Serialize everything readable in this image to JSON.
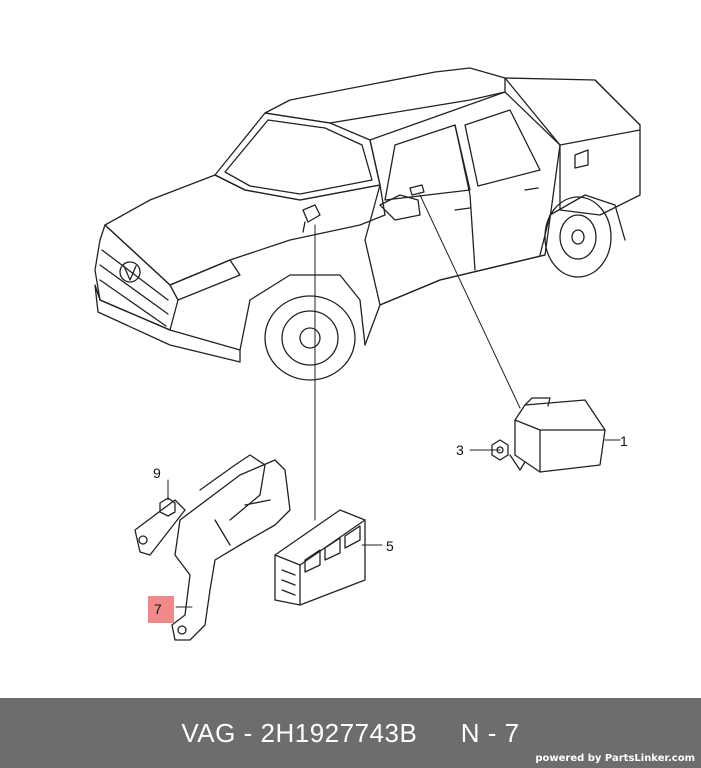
{
  "callouts": {
    "c1": "1",
    "c3": "3",
    "c5": "5",
    "c7": "7",
    "c9": "9"
  },
  "footer": {
    "brand": "VAG",
    "separator": "-",
    "part_number": "2H1927743B",
    "position_label": "N - 7"
  },
  "credit": "powered by PartsLinker.com",
  "colors": {
    "footer_bg": "#6d6d6d",
    "highlight": "#f08a8a"
  }
}
